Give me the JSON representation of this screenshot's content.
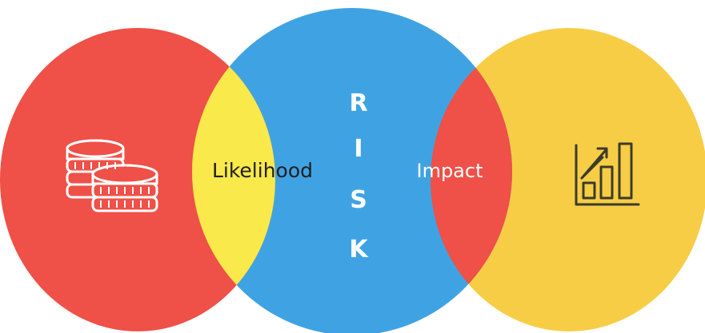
{
  "diagram": {
    "center_letters": [
      "R",
      "I",
      "S",
      "K"
    ],
    "left_overlap_label": "Likelihood",
    "right_overlap_label": "Impact",
    "left_icon": "coin-stacks-icon",
    "right_icon": "bar-chart-growth-icon"
  },
  "colors": {
    "red": "#ef5047",
    "blue": "#3fa3e3",
    "yellow": "#f7cd46",
    "yellow_overlap": "#f9e94b",
    "text_dark": "#1f1f1f",
    "text_light": "#ffffff",
    "icon_stroke": "#ffffff",
    "icon_dark": "#3b3b2a"
  }
}
